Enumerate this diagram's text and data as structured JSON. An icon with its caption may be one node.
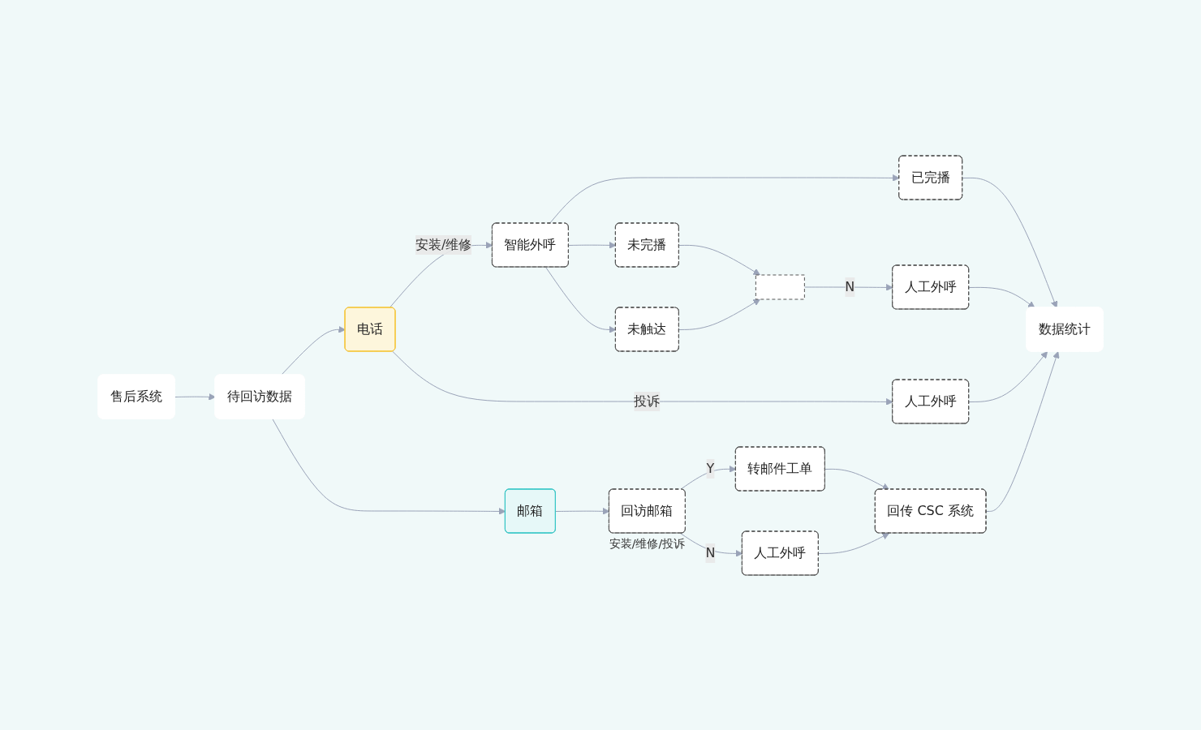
{
  "diagram": {
    "nodes": [
      {
        "text": [
          "售后系统"
        ]
      },
      {
        "text": [
          "待回访数据"
        ]
      },
      {
        "text": [
          "电话"
        ]
      },
      {
        "text": [
          "邮箱"
        ]
      },
      {
        "text": [
          "智能外呼"
        ]
      },
      {
        "text": [
          "人工外呼"
        ]
      },
      {
        "text": [
          "回访邮箱"
        ],
        "beside": [
          "安装/维修/投诉"
        ]
      },
      {
        "text": [
          "已完播"
        ]
      },
      {
        "text": [
          "未完播"
        ]
      },
      {
        "text": [
          "未触达"
        ]
      },
      {
        "text": [],
        "shape": "box"
      },
      {
        "text": [
          "人工外呼"
        ]
      },
      {
        "text": [
          "转邮件工单"
        ]
      },
      {
        "text": [
          "人工外呼"
        ]
      },
      {
        "text": [
          "回传 CSC 系统"
        ]
      },
      {
        "text": [
          "数据统计"
        ]
      }
    ],
    "edges": [
      {
        "from": 0,
        "to": 1,
        "arrow": "to"
      },
      {
        "from": 1,
        "to": 2,
        "arrow": "to"
      },
      {
        "from": 1,
        "to": 3,
        "arrow": "to"
      },
      {
        "from": 2,
        "to": 4,
        "arrow": "to",
        "label": "安装/维修"
      },
      {
        "from": 2,
        "to": 5,
        "arrow": "to",
        "label": "投诉"
      },
      {
        "from": 4,
        "to": 7,
        "arrow": "to"
      },
      {
        "from": 4,
        "to": 8,
        "arrow": "to"
      },
      {
        "from": 4,
        "to": 9,
        "arrow": "to"
      },
      {
        "from": 7,
        "to": 15,
        "arrow": "to"
      },
      {
        "from": 8,
        "to": 10,
        "arrow": "to"
      },
      {
        "from": 9,
        "to": 10,
        "arrow": "to"
      },
      {
        "from": 10,
        "to": 11,
        "arrow": "to",
        "label": "N"
      },
      {
        "from": 11,
        "to": 15,
        "arrow": "to"
      },
      {
        "from": 5,
        "to": 15,
        "arrow": "to"
      },
      {
        "from": 3,
        "to": 6,
        "arrow": "to"
      },
      {
        "from": 6,
        "to": 12,
        "arrow": "to",
        "label": "Y"
      },
      {
        "from": 6,
        "to": 13,
        "arrow": "to",
        "label": "N"
      },
      {
        "from": 12,
        "to": 14,
        "arrow": "to"
      },
      {
        "from": 13,
        "to": 14,
        "arrow": "to"
      },
      {
        "from": 14,
        "to": 15,
        "arrow": "to"
      }
    ]
  }
}
